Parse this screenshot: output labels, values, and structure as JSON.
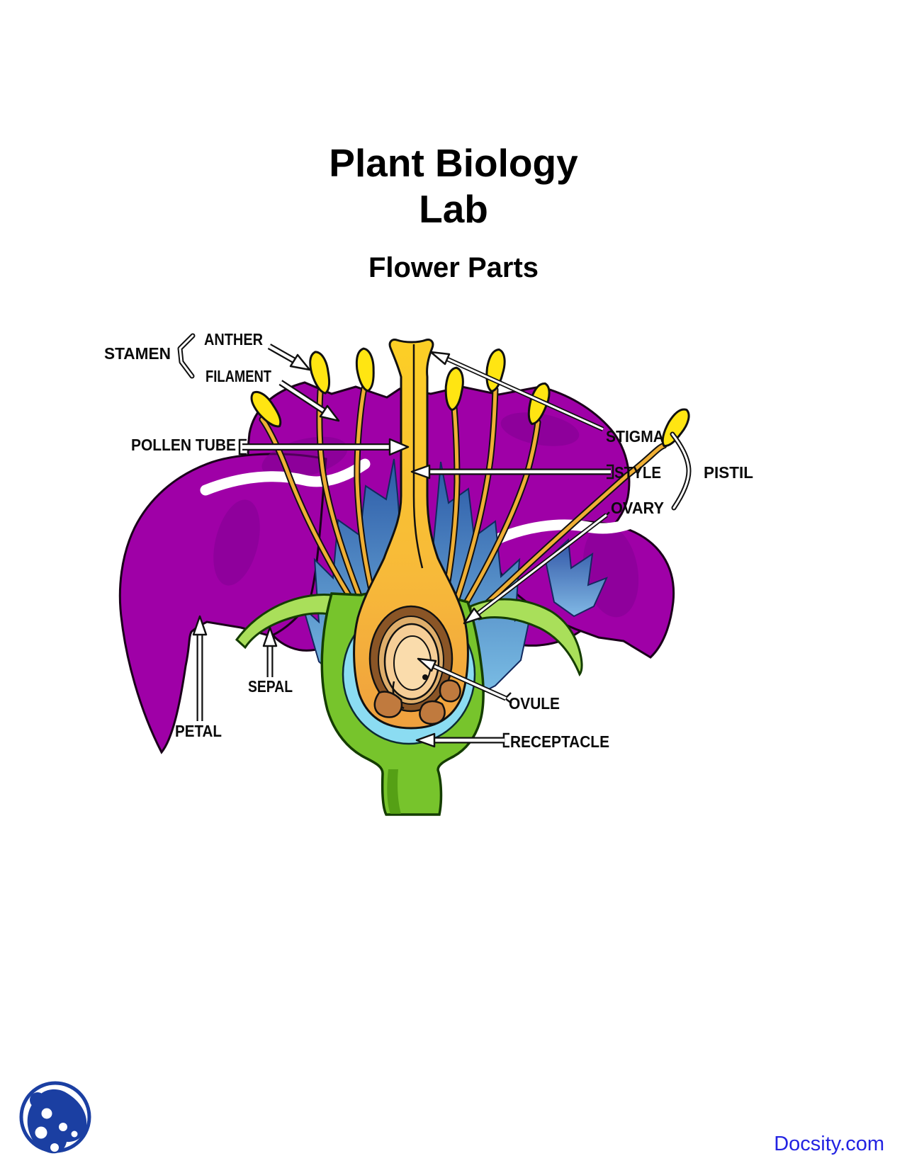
{
  "document": {
    "title_line1": "Plant Biology",
    "title_line2": "Lab",
    "subtitle": "Flower Parts"
  },
  "diagram": {
    "description": "Cross-section of a flower with labeled parts",
    "labels": {
      "stamen": "STAMEN",
      "anther": "ANTHER",
      "filament": "FILAMENT",
      "pollen_tube": "POLLEN TUBE",
      "stigma": "STIGMA",
      "style": "STYLE",
      "ovary": "OVARY",
      "pistil": "PISTIL",
      "sepal": "SEPAL",
      "petal": "PETAL",
      "ovule": "OVULE",
      "receptacle": "RECEPTACLE"
    },
    "groups": [
      {
        "group": "STAMEN",
        "parts": [
          "ANTHER",
          "FILAMENT"
        ]
      },
      {
        "group": "PISTIL",
        "parts": [
          "STIGMA",
          "STYLE",
          "OVARY"
        ]
      }
    ],
    "colors": {
      "petal_purple": "#9F00A7",
      "petal_shade": "#7D0090",
      "anther_yellow": "#FFE512",
      "filament_gold": "#EFAF35",
      "pistil_yellow": "#FCCF25",
      "ovary_orange": "#F0A03C",
      "ovary_ring_brown": "#8A5526",
      "ovule_peach": "#F6CE97",
      "seed_brown": "#C07A3E",
      "sepal_light_green": "#A9DF5A",
      "stem_green": "#77C42C",
      "receptacle_blue": "#8BDCF2",
      "accent_blue_dark": "#2B59A6",
      "accent_blue_light": "#7FC3E8"
    }
  },
  "footer": {
    "logo_icon": "docsity-logo-icon",
    "logo_color": "#1B3FA2",
    "watermark": "Docsity.com",
    "watermark_color": "#2323E2"
  }
}
